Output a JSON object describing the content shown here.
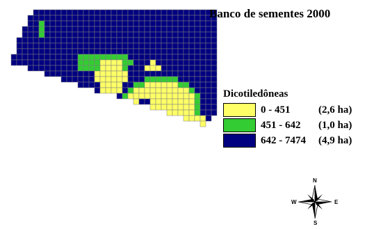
{
  "title": "Banco de sementes 2000",
  "legend": {
    "title": "Dicotiledôneas",
    "items": [
      {
        "range": "0 - 451",
        "area": "(2,6 ha)",
        "color": "#ffff66"
      },
      {
        "range": "451 - 642",
        "area": "(1,0 ha)",
        "color": "#33cc33"
      },
      {
        "range": "642 - 7474",
        "area": "(4,9 ha)",
        "color": "#000080"
      }
    ]
  },
  "map": {
    "grid_color": "#7f7f7f",
    "classes": [
      "#000080",
      "#33cc33",
      "#ffff66"
    ]
  },
  "compass": {
    "n": "N",
    "s": "S",
    "e": "E",
    "w": "W"
  }
}
